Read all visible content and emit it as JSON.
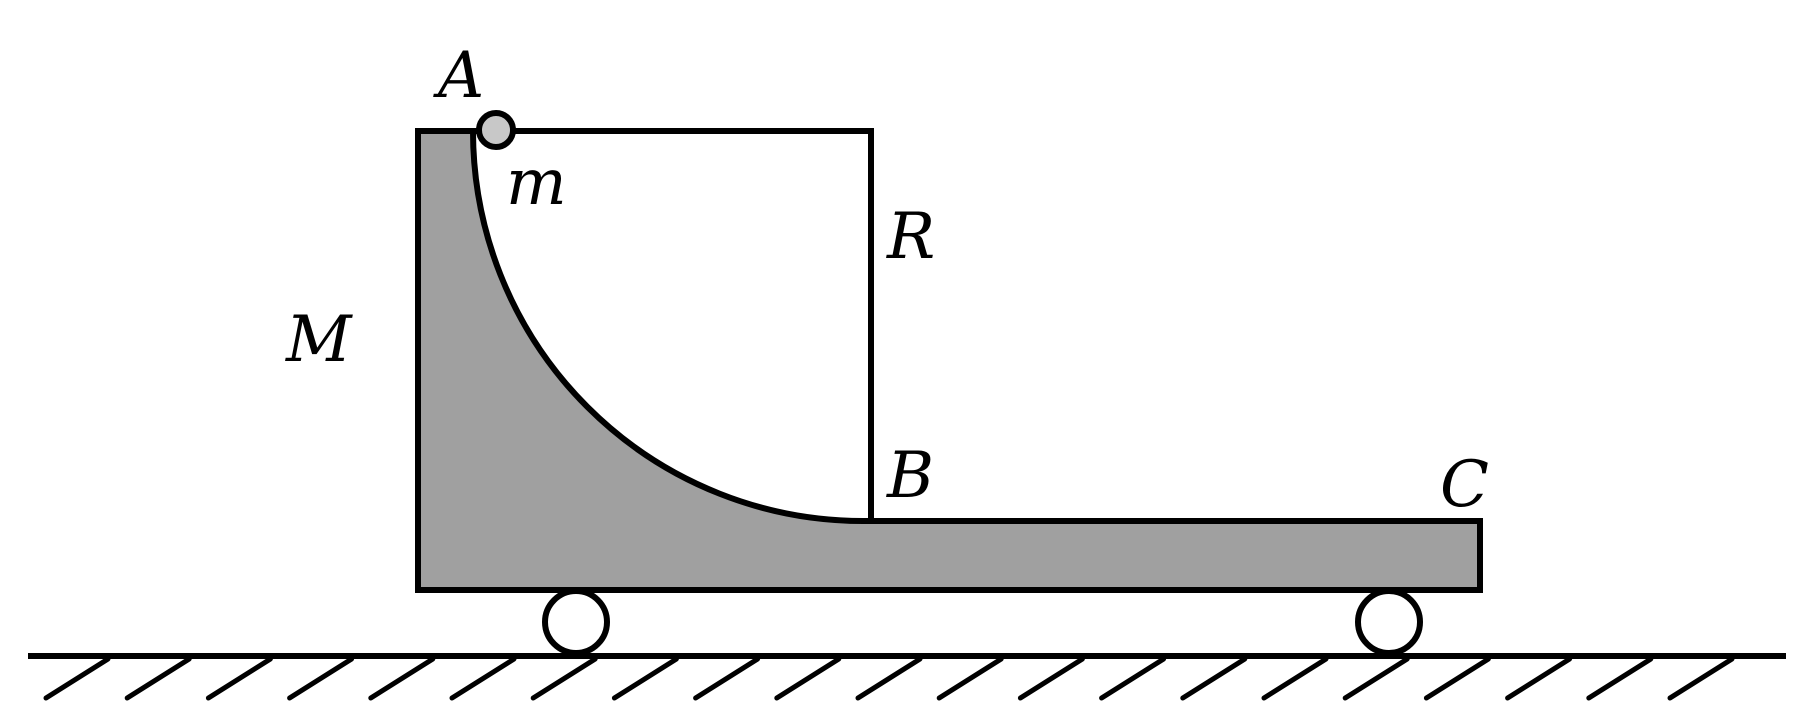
{
  "labels": {
    "point_a": "A",
    "mass_small": "m",
    "radius": "R",
    "mass_block": "M",
    "point_b": "B",
    "point_c": "C"
  },
  "colors": {
    "block_fill": "#a0a0a0",
    "ball_fill": "#c8c8c8",
    "stroke": "#000000",
    "background": "#ffffff"
  }
}
